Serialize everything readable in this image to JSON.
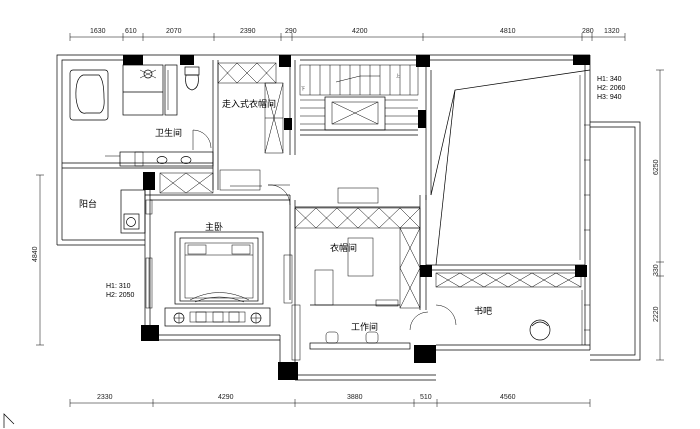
{
  "dimensions_top": [
    "1630",
    "610",
    "2070",
    "2390",
    "290",
    "4200",
    "4810",
    "280",
    "1320"
  ],
  "dimensions_bottom": [
    "2330",
    "4290",
    "3880",
    "510",
    "4560"
  ],
  "dimensions_left": [
    "4840"
  ],
  "dimensions_right": [
    "6250",
    "330",
    "2220"
  ],
  "rooms": {
    "walk_in_closet": "走入式衣帽间",
    "bathroom": "卫生间",
    "balcony": "阳台",
    "master_bedroom": "主卧",
    "cloakroom": "衣帽间",
    "workroom": "工作间",
    "study_bar": "书吧"
  },
  "heights_right": [
    "H1: 340",
    "H2: 2060",
    "H3: 940"
  ],
  "heights_left": [
    "H1: 310",
    "H2: 2050"
  ],
  "stair_marks": {
    "down": "下",
    "up": "上"
  },
  "colors": {
    "line": "#000000",
    "background": "#ffffff"
  }
}
